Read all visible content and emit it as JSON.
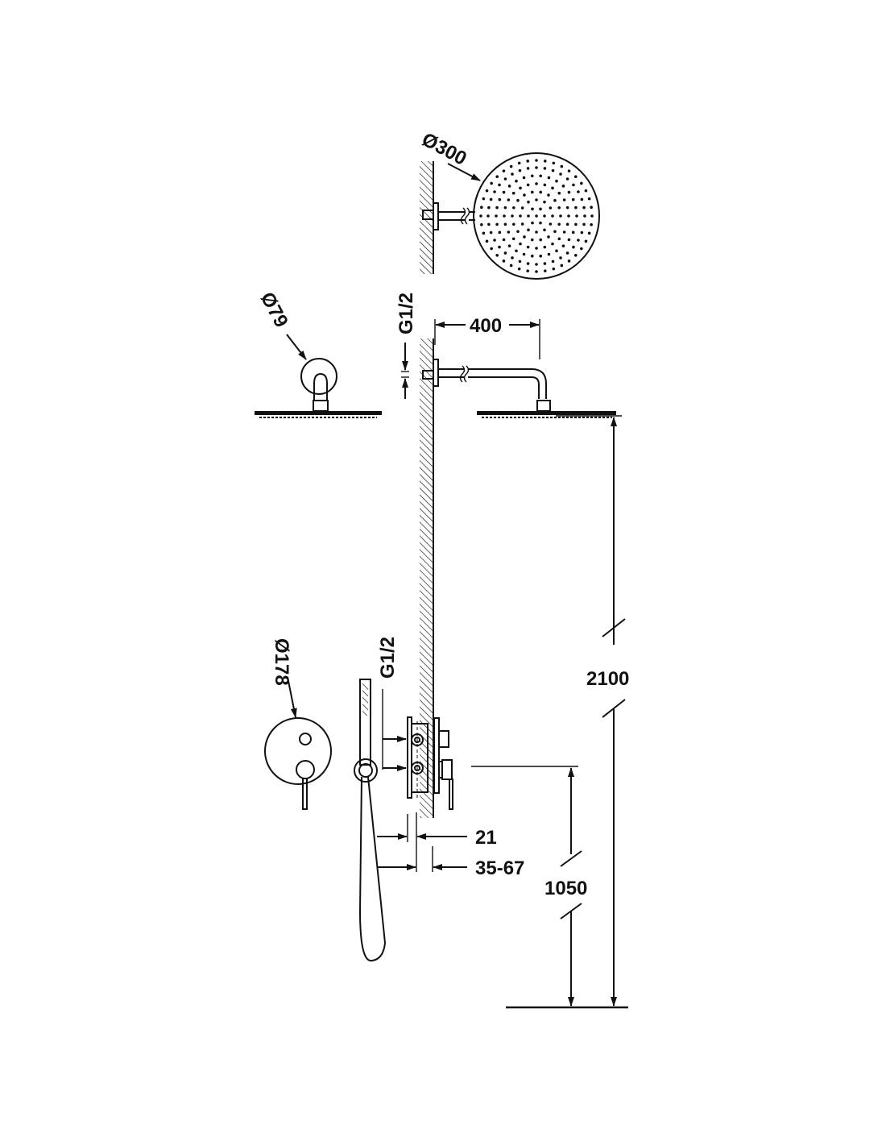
{
  "title": "Shower set installation dimensions",
  "colors": {
    "line": "#111111",
    "background": "#ffffff"
  },
  "dimensions": {
    "rain_head_diameter": "Ø300",
    "wall_flange_diameter": "Ø79",
    "arm_connection_thread": "G1/2",
    "arm_length": "400",
    "head_height": "2100",
    "mixer_plate_diameter": "Ø178",
    "mixer_connection_thread": "G1/2",
    "mixer_height": "1050",
    "body_offset": "21",
    "wall_depth_range": "35-67"
  }
}
